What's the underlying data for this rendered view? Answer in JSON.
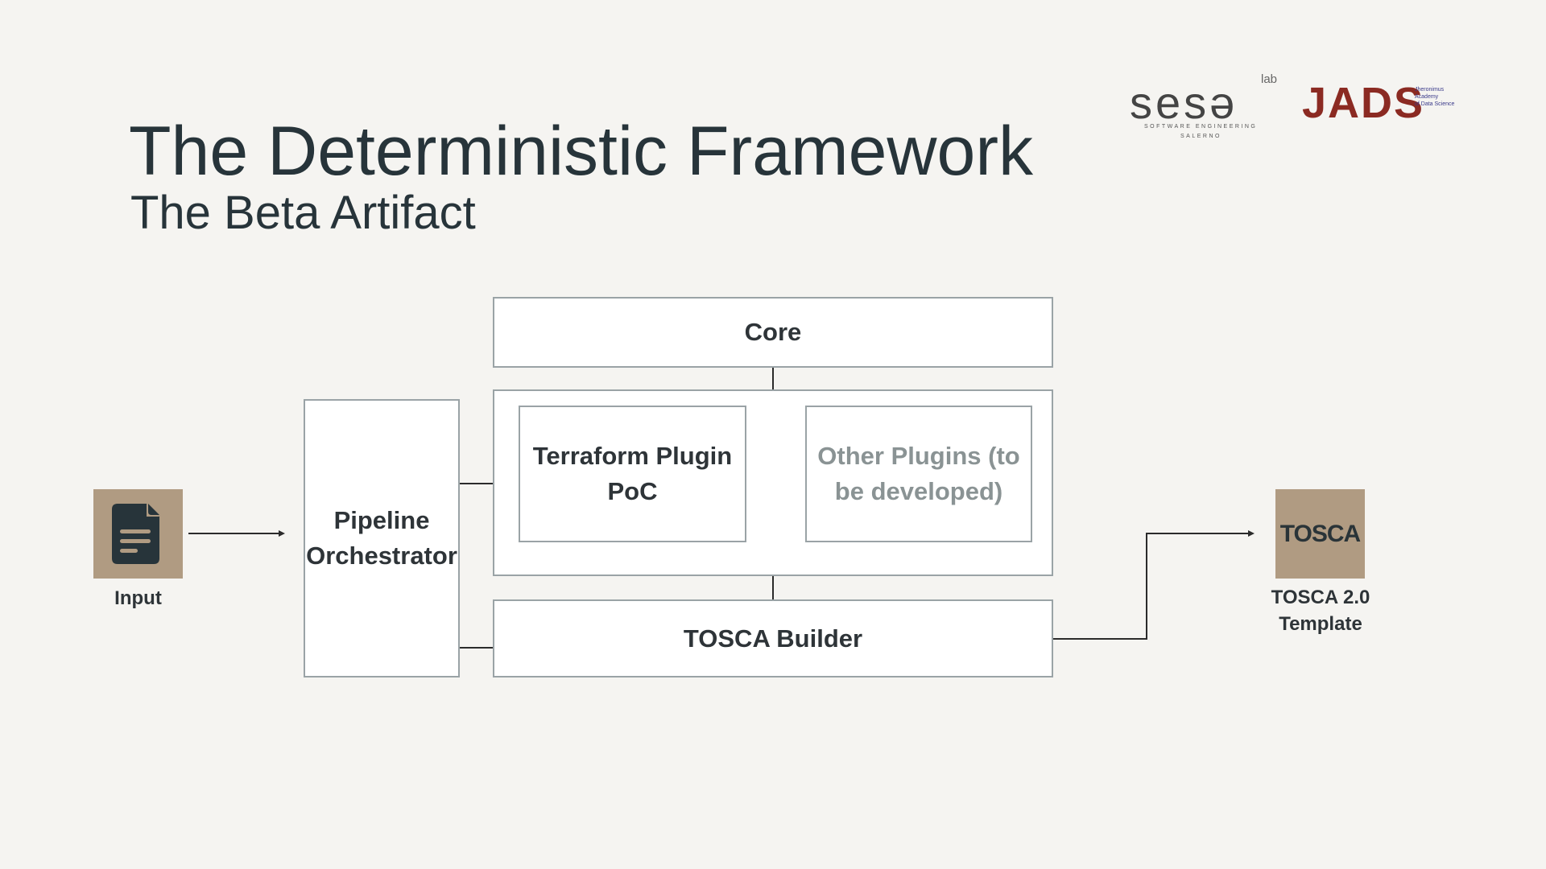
{
  "slide": {
    "title": "The Deterministic Framework",
    "subtitle": "The Beta Artifact"
  },
  "logos": {
    "sesa": {
      "main": "sesə",
      "lab": "lab",
      "sub_line1": "SOFTWARE ENGINEERING",
      "sub_line2": "SALERNO"
    },
    "jads": {
      "main": "JADS",
      "line1": "Jheronimus",
      "line2": "Academy",
      "line3": "of Data Science"
    }
  },
  "diagram": {
    "input_label": "Input",
    "orchestrator_label": "Pipeline Orchestrator",
    "core_label": "Core",
    "terraform_label": "Terraform Plugin PoC",
    "other_plugins_label": "Other Plugins (to be developed)",
    "builder_label": "TOSCA Builder",
    "output_logo_text": "TOSCA",
    "output_label": "TOSCA 2.0 Template"
  },
  "colors": {
    "background": "#f5f4f1",
    "title": "#27343a",
    "box_border": "#9aa3a6",
    "icon_bg": "#b09b82",
    "jads_red": "#8b2a22",
    "muted_text": "#8a9394"
  },
  "icons": [
    "document-icon",
    "tosca-logo-icon",
    "arrow-right-icon"
  ]
}
